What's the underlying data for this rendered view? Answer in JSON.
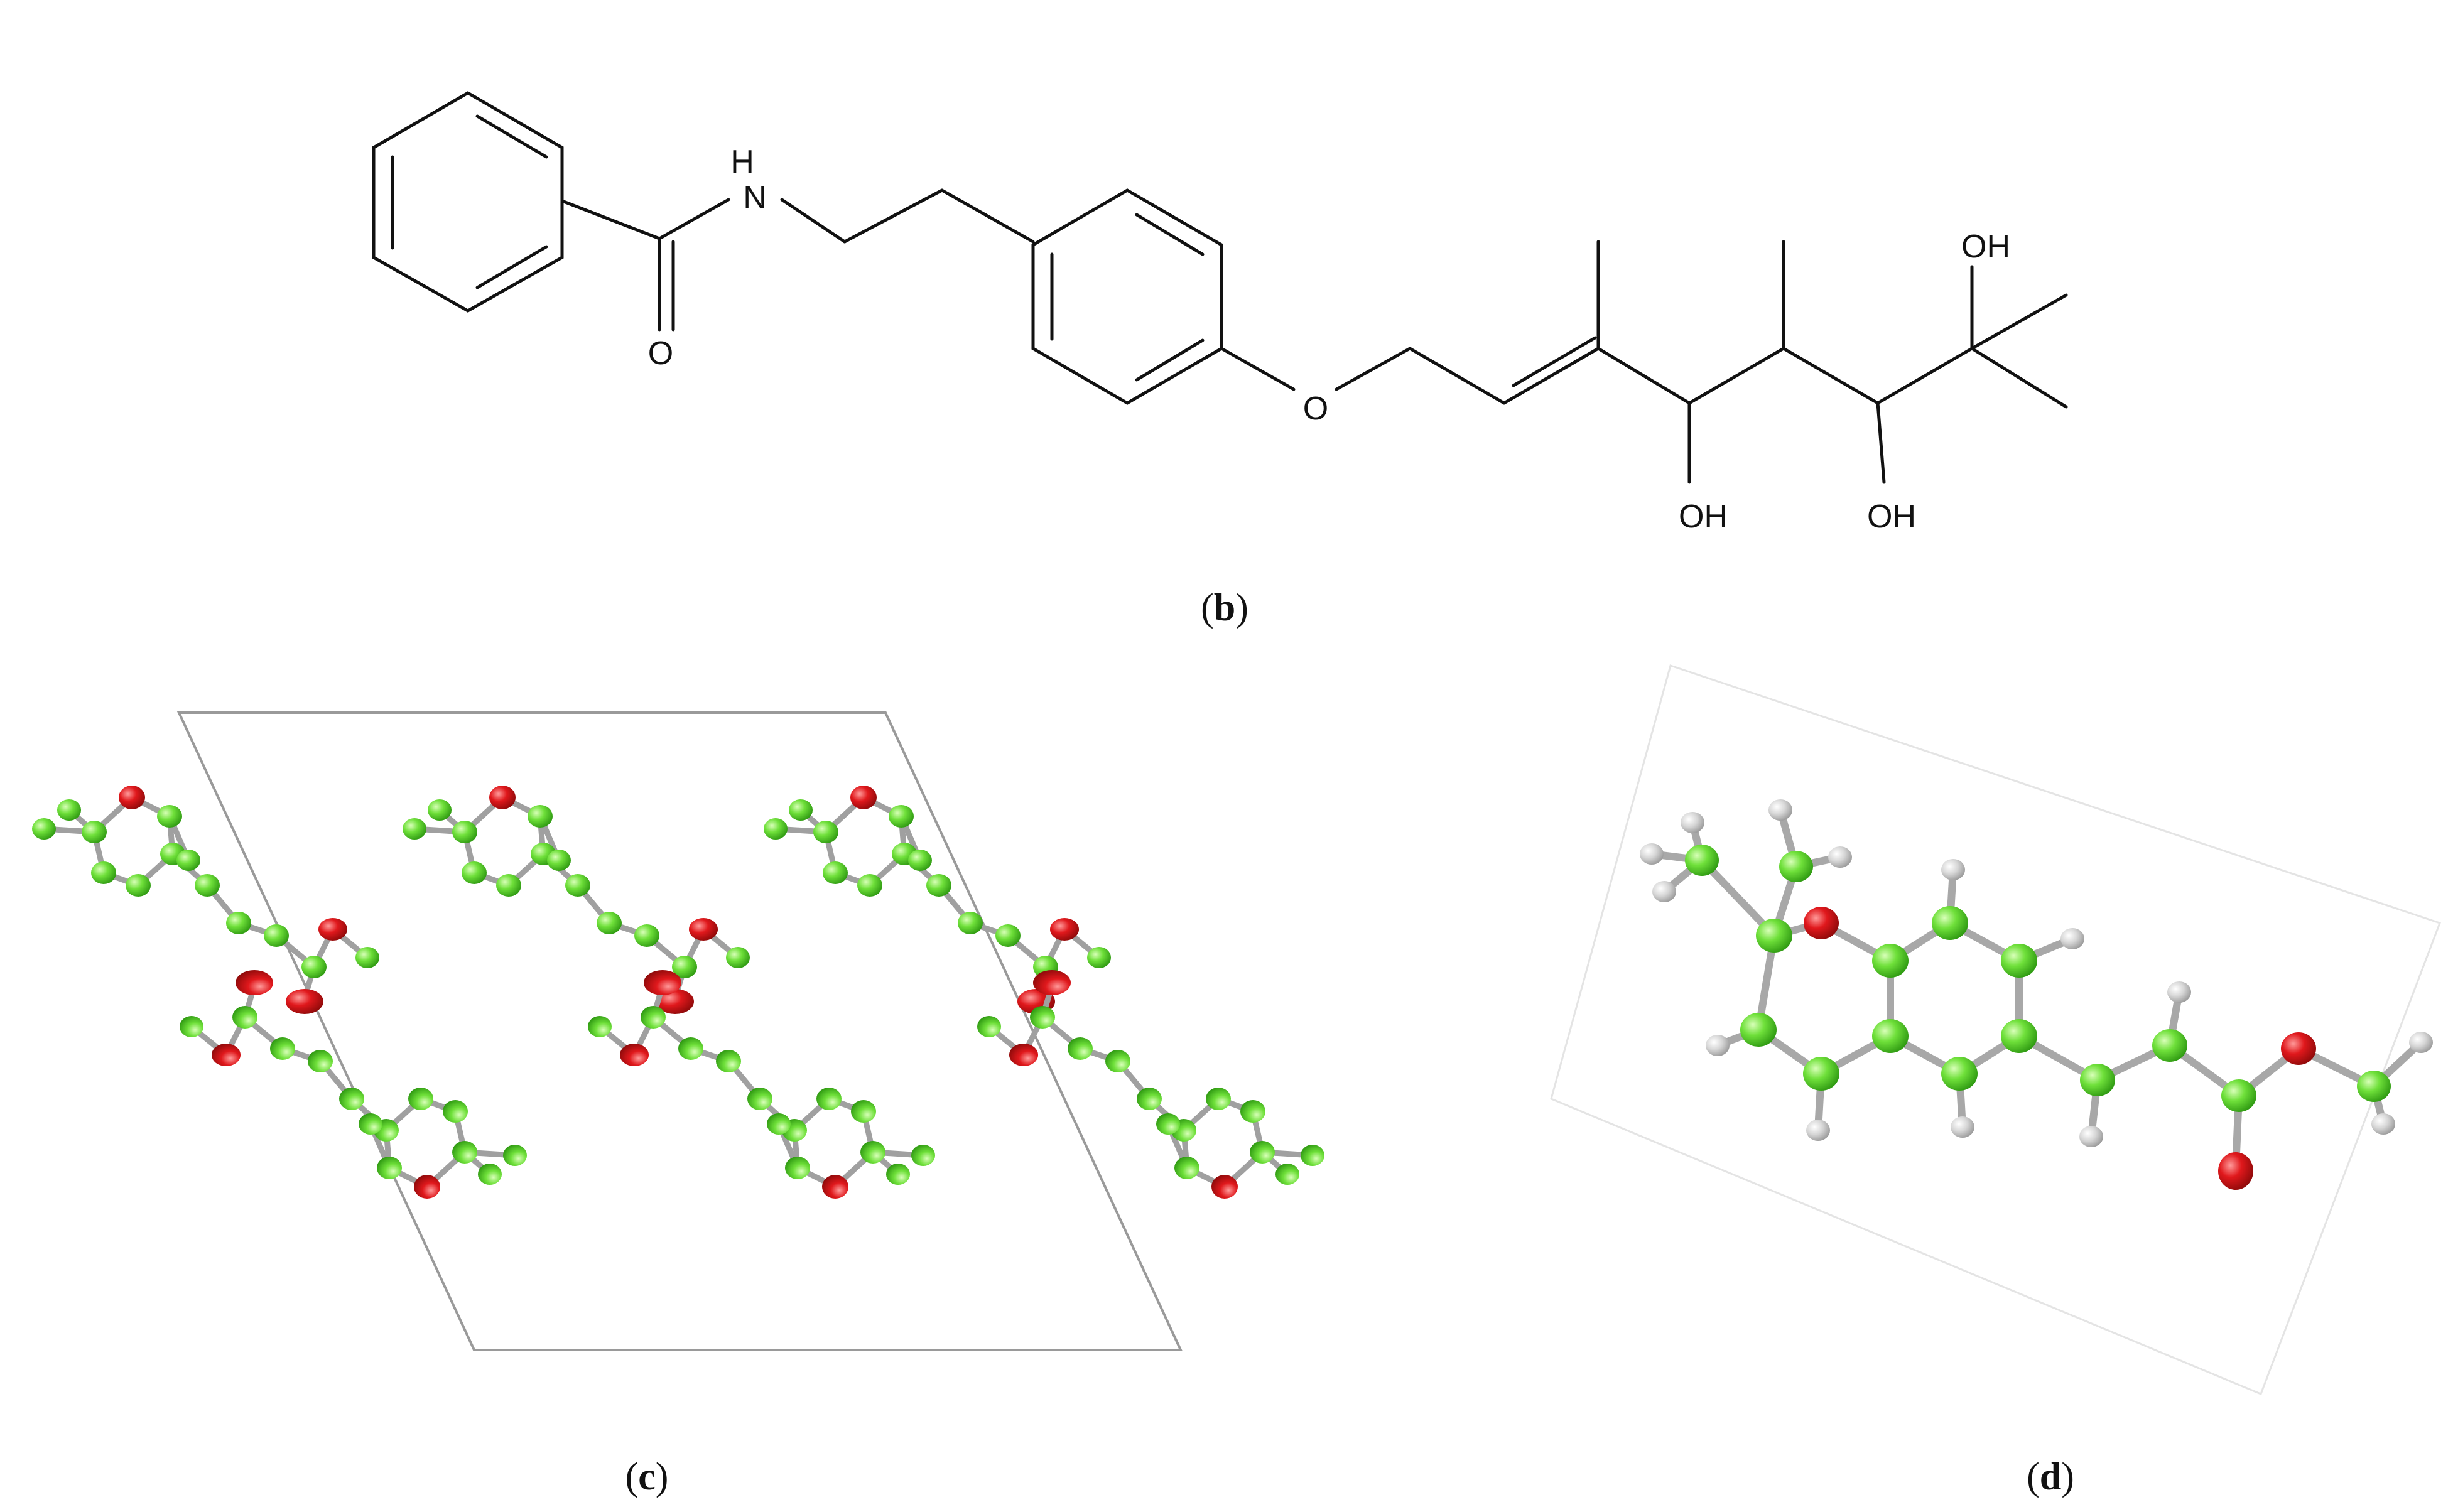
{
  "panels": {
    "b": {
      "label_open": "(",
      "label_letter": "b",
      "label_close": ")",
      "atoms": {
        "nh_h": "H",
        "nh_n": "N",
        "carbonyl_o": "O",
        "ether_o": "O",
        "oh_1": "OH",
        "oh_2": "OH",
        "oh_3": "OH"
      }
    },
    "c": {
      "label_open": "(",
      "label_letter": "c",
      "label_close": ")"
    },
    "d": {
      "label_open": "(",
      "label_letter": "d",
      "label_close": ")"
    }
  },
  "colors": {
    "carbon": "#5fd82c",
    "carbon_edge": "#2f8f10",
    "oxygen": "#e0181c",
    "oxygen_edge": "#8f0a0a",
    "hydrogen": "#d2d2d2",
    "hydrogen_edge": "#9a9a9a",
    "bond_line": "#111111",
    "unit_cell": "#9a9a9a"
  }
}
